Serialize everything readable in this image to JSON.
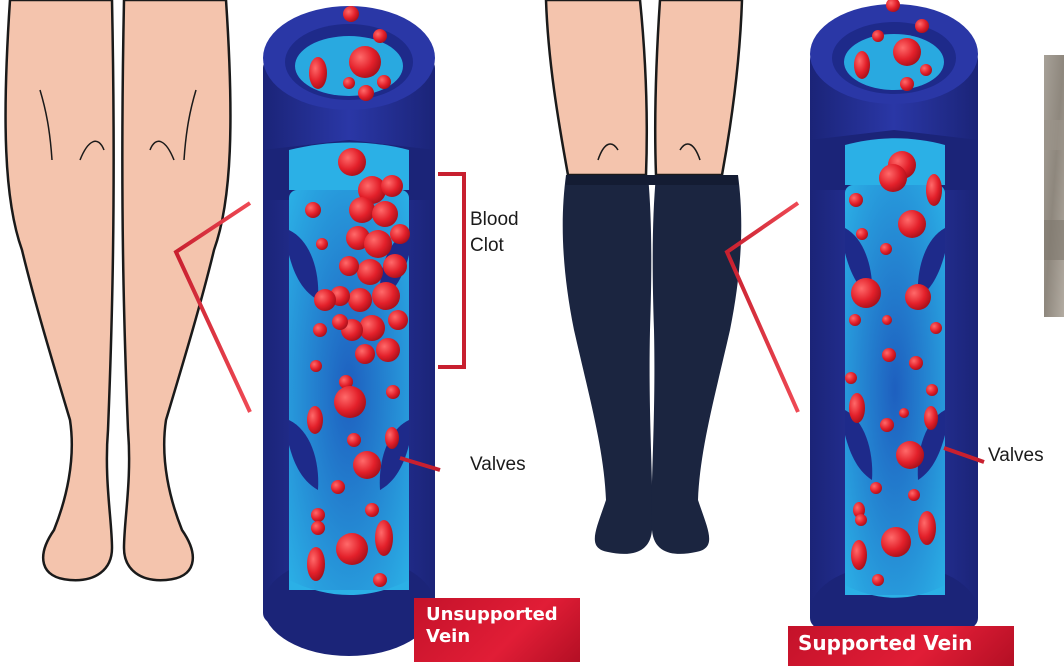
{
  "labels": {
    "blood_clot": "Blood Clot",
    "valves_left": "Valves",
    "valves_right": "Valves"
  },
  "badges": {
    "unsupported": "Unsupported Vein",
    "supported": "Supported Vein"
  },
  "colors": {
    "skin": "#f4c4ad",
    "outline": "#1a1a1a",
    "sock": "#1b2540",
    "vein_outer": "#1e2a8a",
    "vein_inner": "#2f3db0",
    "lumen": "#29a9e0",
    "blood_cell": "#e8262f",
    "pointer": "#c8202f",
    "badge": "#d4162e"
  }
}
